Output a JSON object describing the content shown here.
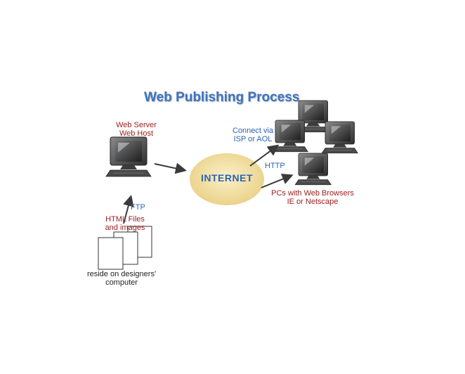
{
  "title": "Web Publishing Process",
  "server": {
    "line1": "Web Server",
    "line2": "Web Host"
  },
  "protocols": {
    "ftp": "FTP",
    "http": "HTTP"
  },
  "internet_label": "INTERNET",
  "files": {
    "line1": "HTML Files",
    "line2": "and images"
  },
  "designer": {
    "line1": "reside on designers'",
    "line2": "computer"
  },
  "connect": {
    "line1": "Connect via",
    "line2": "ISP or AOL"
  },
  "pcs": {
    "line1": "PCs with Web Browsers",
    "line2": "IE or Netscape"
  },
  "colors": {
    "title": "#3d74c4",
    "red_label": "#9c1c1c",
    "blue_label": "#2b64b4",
    "ellipse": "#f0dc9a"
  }
}
